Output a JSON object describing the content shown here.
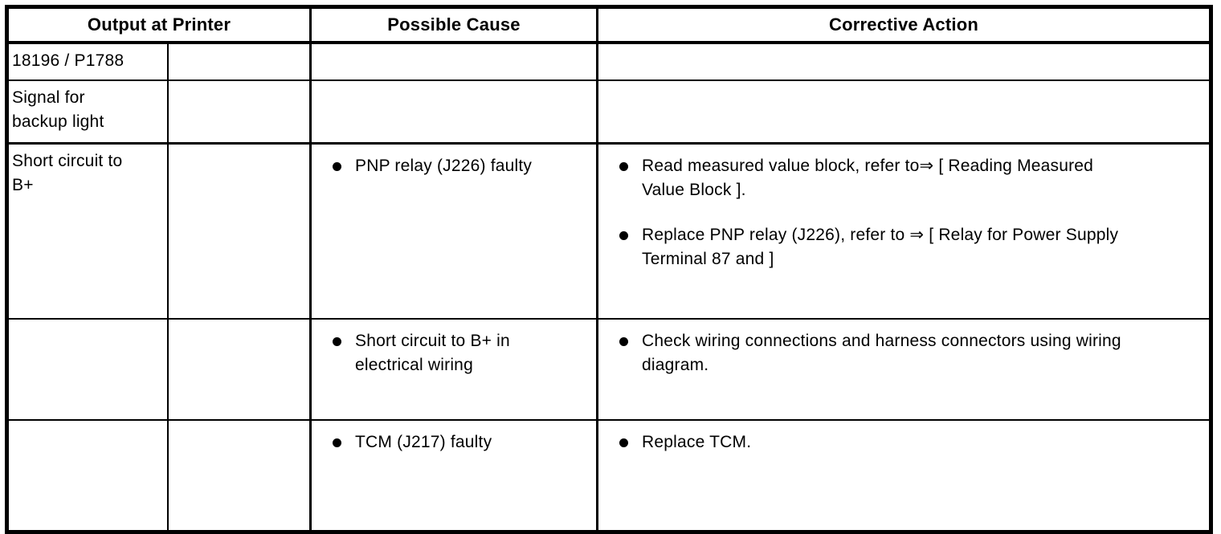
{
  "page": {
    "background_color": "#ffffff",
    "text_color": "#000000",
    "border_color": "#000000"
  },
  "table": {
    "header": {
      "output_at_printer": "Output at Printer",
      "possible_cause": "Possible Cause",
      "corrective_action": "Corrective Action"
    },
    "rows": [
      {
        "output": "18196 / P1788",
        "causes": [],
        "actions": []
      },
      {
        "output": "Signal for\nbackup light",
        "causes": [],
        "actions": []
      },
      {
        "output": "Short circuit to\nB+",
        "causes": [
          "PNP relay (J226) faulty"
        ],
        "actions": [
          "Read measured value block, refer to⇒ [ Reading Measured\nValue Block ].",
          "Replace PNP relay (J226), refer to ⇒ [ Relay for Power Supply\nTerminal 87 and ]"
        ]
      },
      {
        "output": "",
        "causes": [
          "Short circuit to B+ in\nelectrical wiring"
        ],
        "actions": [
          "Check wiring connections and harness connectors using wiring\ndiagram."
        ]
      },
      {
        "output": "",
        "causes": [
          "TCM (J217) faulty"
        ],
        "actions": [
          "Replace TCM."
        ]
      }
    ]
  }
}
